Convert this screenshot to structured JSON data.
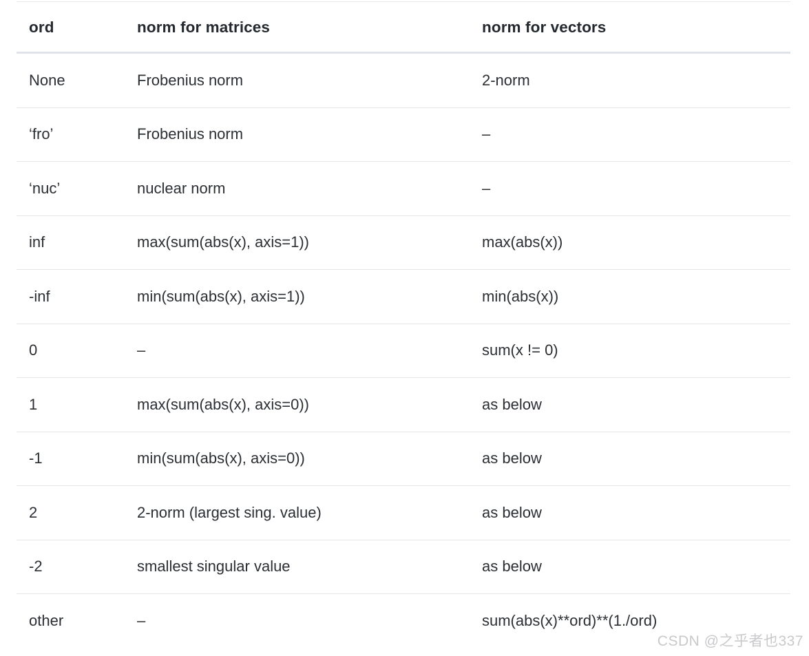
{
  "table": {
    "columns": [
      "ord",
      "norm for matrices",
      "norm for vectors"
    ],
    "rows": [
      {
        "ord": "None",
        "matrices": "Frobenius norm",
        "vectors": "2-norm"
      },
      {
        "ord": "‘fro’",
        "matrices": "Frobenius norm",
        "vectors": "–"
      },
      {
        "ord": "‘nuc’",
        "matrices": "nuclear norm",
        "vectors": "–"
      },
      {
        "ord": "inf",
        "matrices": "max(sum(abs(x), axis=1))",
        "vectors": "max(abs(x))"
      },
      {
        "ord": "-inf",
        "matrices": "min(sum(abs(x), axis=1))",
        "vectors": "min(abs(x))"
      },
      {
        "ord": "0",
        "matrices": "–",
        "vectors": "sum(x != 0)"
      },
      {
        "ord": "1",
        "matrices": "max(sum(abs(x), axis=0))",
        "vectors": "as below"
      },
      {
        "ord": "-1",
        "matrices": "min(sum(abs(x), axis=0))",
        "vectors": "as below"
      },
      {
        "ord": "2",
        "matrices": "2-norm (largest sing. value)",
        "vectors": "as below"
      },
      {
        "ord": "-2",
        "matrices": "smallest singular value",
        "vectors": "as below"
      },
      {
        "ord": "other",
        "matrices": "–",
        "vectors": "sum(abs(x)**ord)**(1./ord)"
      }
    ]
  },
  "watermark": {
    "text": "CSDN @之乎者也337"
  },
  "colors": {
    "text": "#2b2f33",
    "header_text": "#24292f",
    "header_rule": "#dfe2e8",
    "row_rule": "#e6e6e8",
    "background": "#ffffff",
    "watermark": "#c9c9cc"
  }
}
